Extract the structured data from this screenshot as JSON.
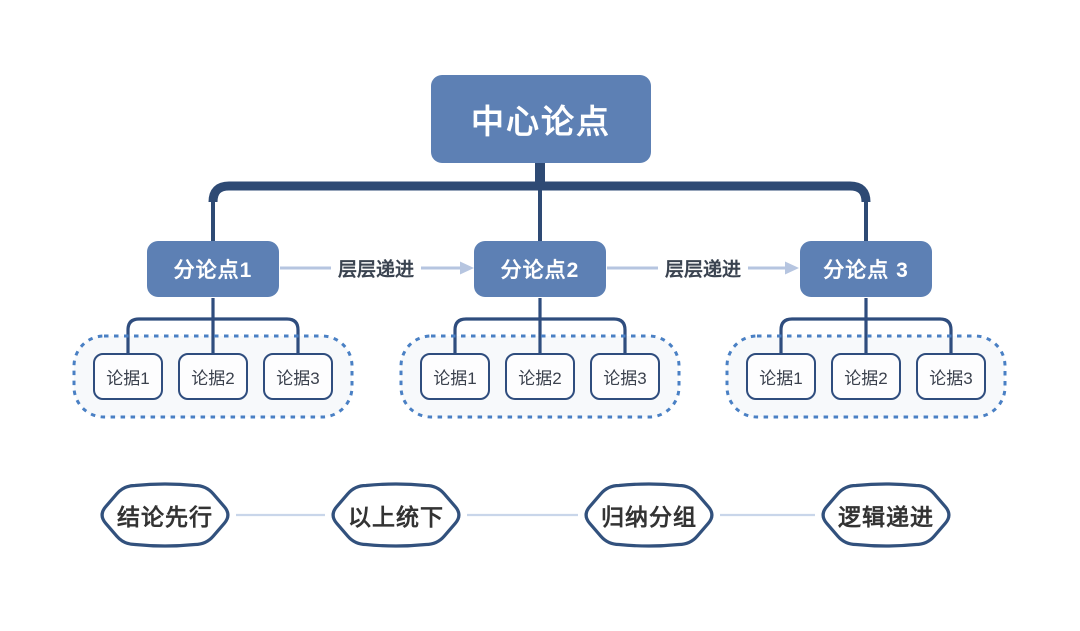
{
  "diagram": {
    "root_label": "中心论点",
    "branches": [
      {
        "label": "分论点1",
        "children": [
          "论据1",
          "论据2",
          "论据3"
        ]
      },
      {
        "label": "分论点2",
        "children": [
          "论据1",
          "论据2",
          "论据3"
        ]
      },
      {
        "label": "分论点 3",
        "children": [
          "论据1",
          "论据2",
          "论据3"
        ]
      }
    ],
    "transitions": [
      {
        "label": "层层递进"
      },
      {
        "label": "层层递进"
      }
    ],
    "principles": [
      {
        "label": "结论先行"
      },
      {
        "label": "以上统下"
      },
      {
        "label": "归纳分组"
      },
      {
        "label": "逻辑递进"
      }
    ],
    "colors": {
      "node_fill_blue": "#5d80b4",
      "thick_connector_navy": "#2e4a74",
      "edge_navy": "#2f4d7e",
      "dashed_container_blue": "#4a80c4",
      "arrow_light_blue": "#b6c5e0",
      "principle_link_blue": "#c9d6ea",
      "dark_text": "#3a4350"
    }
  }
}
